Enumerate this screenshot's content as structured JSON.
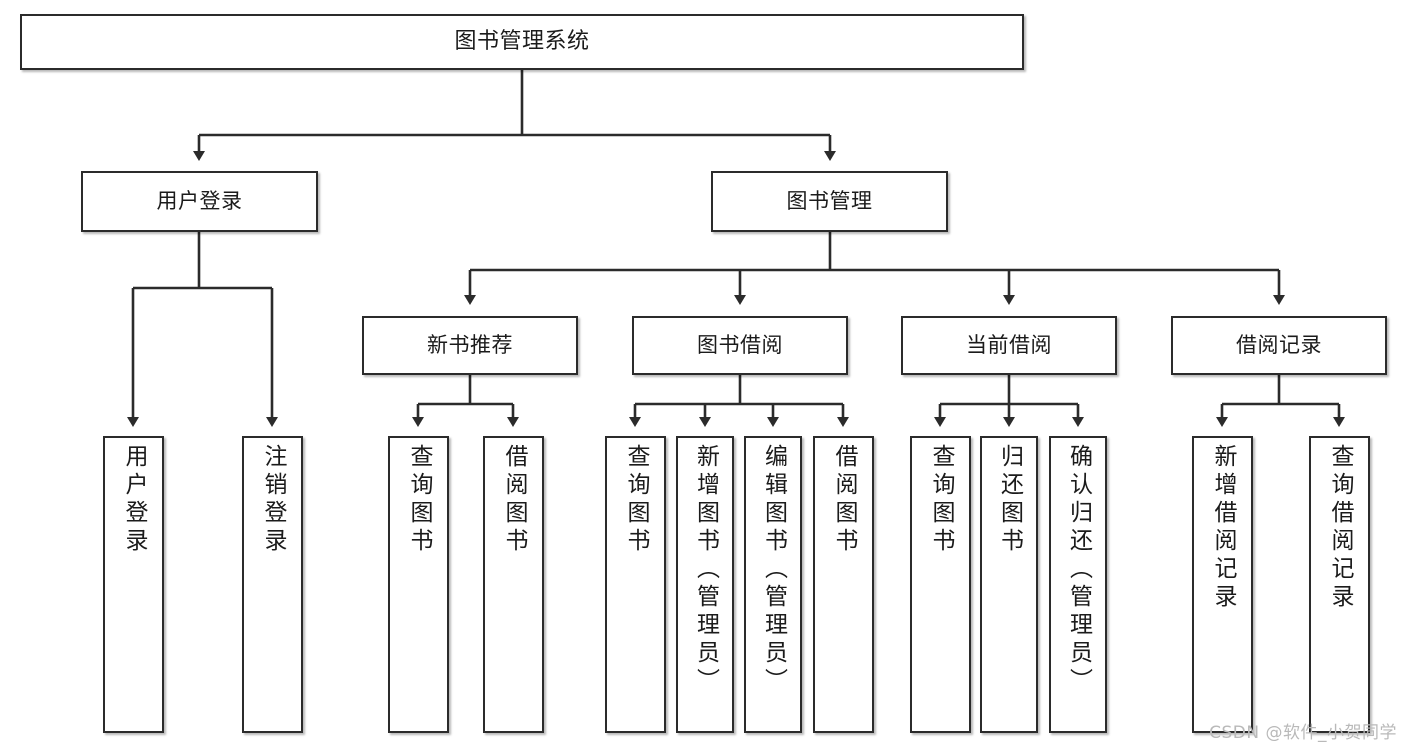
{
  "diagram": {
    "title": "图书管理系统",
    "type": "tree-hierarchy",
    "theme": {
      "background": "#ffffff",
      "box_fill": "#ffffff",
      "box_border": "#2b2b2b",
      "connector": "#2b2b2b",
      "text": "#1b1b1b",
      "watermark_text": "#b9b9b9"
    },
    "nodes": {
      "root": {
        "label": "图书管理系统"
      },
      "level2": [
        {
          "label": "用户登录"
        },
        {
          "label": "图书管理"
        }
      ],
      "level3": [
        {
          "label": "新书推荐"
        },
        {
          "label": "图书借阅"
        },
        {
          "label": "当前借阅"
        },
        {
          "label": "借阅记录"
        }
      ],
      "leaves": {
        "user_login": [
          {
            "label": "用户登录"
          },
          {
            "label": "注销登录"
          }
        ],
        "new_book_recommend": [
          {
            "label": "查询图书"
          },
          {
            "label": "借阅图书"
          }
        ],
        "book_borrow": [
          {
            "label": "查询图书"
          },
          {
            "label": "新增图书（管理员）"
          },
          {
            "label": "编辑图书（管理员）"
          },
          {
            "label": "借阅图书"
          }
        ],
        "current_borrow": [
          {
            "label": "查询图书"
          },
          {
            "label": "归还图书"
          },
          {
            "label": "确认归还（管理员）"
          }
        ],
        "borrow_record": [
          {
            "label": "新增借阅记录"
          },
          {
            "label": "查询借阅记录"
          }
        ]
      }
    },
    "watermark": "CSDN @软件_小贺同学"
  }
}
